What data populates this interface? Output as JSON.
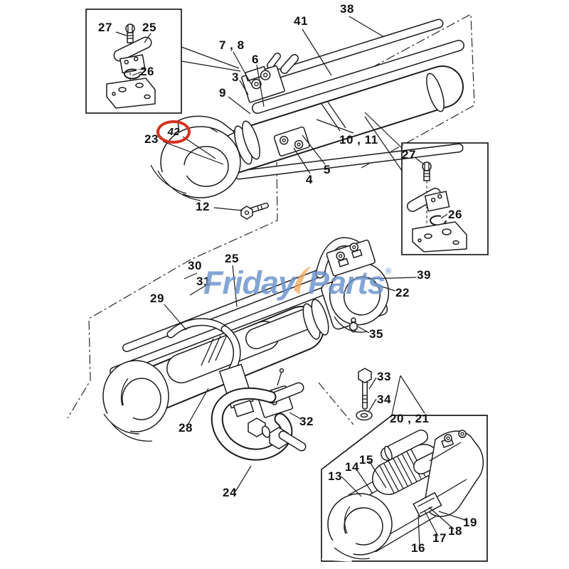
{
  "page": {
    "description": "Exploded line-art parts diagram of hydraulic cylinder assemblies with numbered callouts and three detail inset boxes"
  },
  "colors": {
    "line": "#1c1c1c",
    "highlight-ring": "#d3311f",
    "watermark-blue": "#6a93cc",
    "watermark-orange": "#f0ab60"
  },
  "watermark": {
    "friday": "Friday",
    "parts": "Parts",
    "registered": "®"
  },
  "highlight": {
    "label": "42"
  },
  "callouts": {
    "inset1_27": "27",
    "inset1_25": "25",
    "inset1_26": "26",
    "c7_8": "7 , 8",
    "c6": "6",
    "c3": "3",
    "c9": "9",
    "c41": "41",
    "c38": "38",
    "c10_11": "10 , 11",
    "c5": "5",
    "c4": "4",
    "c23": "23",
    "c12": "12",
    "inset2_27": "27",
    "inset2_26": "26",
    "c30": "30",
    "c31": "31",
    "c25b": "25",
    "c29": "29",
    "c39": "39",
    "c22": "22",
    "c35": "35",
    "c28": "28",
    "c32": "32",
    "c24": "24",
    "c33": "33",
    "c34": "34",
    "c20_21": "20 , 21",
    "c13": "13",
    "c14": "14",
    "c15": "15",
    "c16": "16",
    "c17": "17",
    "c18": "18",
    "c19": "19"
  },
  "parts_visible": [
    "3",
    "4",
    "5",
    "6",
    "7",
    "8",
    "9",
    "10",
    "11",
    "12",
    "13",
    "14",
    "15",
    "16",
    "17",
    "18",
    "19",
    "20",
    "21",
    "22",
    "23",
    "24",
    "25",
    "26",
    "27",
    "28",
    "29",
    "30",
    "31",
    "32",
    "33",
    "34",
    "35",
    "38",
    "39",
    "41",
    "42"
  ]
}
